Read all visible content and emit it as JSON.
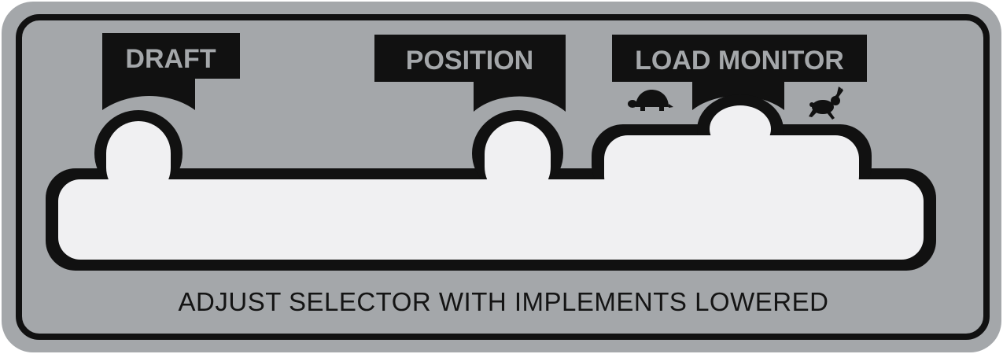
{
  "labels": {
    "draft": "DRAFT",
    "position": "POSITION",
    "load_monitor": "LOAD MONITOR"
  },
  "instruction": "ADJUST SELECTOR WITH IMPLEMENTS LOWERED",
  "icons": {
    "slow": "turtle-icon",
    "fast": "rabbit-icon"
  },
  "colors": {
    "plate": "#a4a7aa",
    "border": "#111111",
    "slot": "#f0f0f2",
    "label_bg": "#111111",
    "label_text": "#a4a7aa"
  }
}
